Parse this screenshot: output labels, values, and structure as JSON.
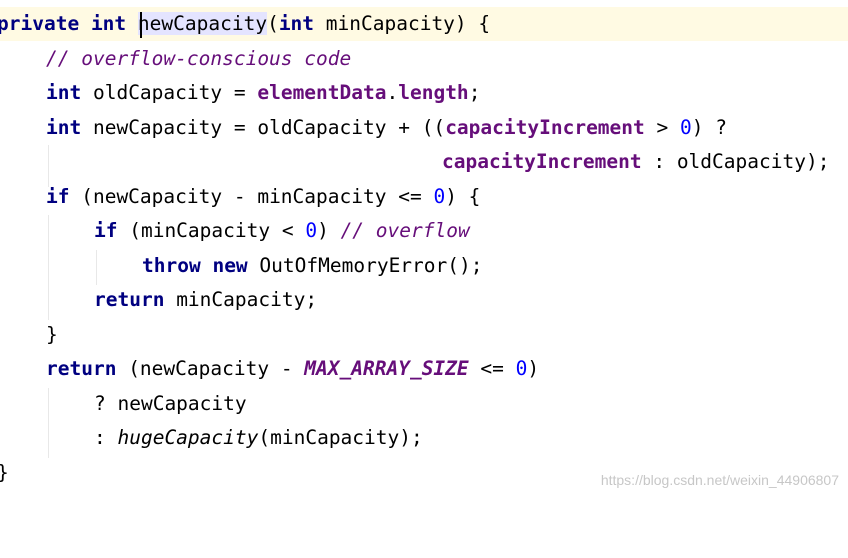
{
  "editor": {
    "lines": {
      "sig": {
        "mod": "private",
        "ret": "int",
        "name": "newCapacity",
        "open": "(",
        "ptype": "int",
        "rest": " minCapacity) {"
      },
      "c1": {
        "text": "// overflow-conscious code"
      },
      "l3": {
        "type": "int",
        "mid": " oldCapacity = ",
        "field": "elementData",
        "dot": ".",
        "len": "length",
        "end": ";"
      },
      "l4": {
        "type": "int",
        "a": " newCapacity = oldCapacity + ((",
        "field": "capacityIncrement",
        "b": " > ",
        "num": "0",
        "c": ") ?"
      },
      "l5": {
        "field": "capacityIncrement",
        "rest": " : oldCapacity);"
      },
      "l6": {
        "kw": "if",
        "a": " (newCapacity - minCapacity <= ",
        "num": "0",
        "b": ") {"
      },
      "l7": {
        "kw": "if",
        "a": " (minCapacity < ",
        "num": "0",
        "b": ") ",
        "cmt": "// overflow"
      },
      "l8": {
        "kw1": "throw",
        "sp": " ",
        "kw2": "new",
        "rest": " OutOfMemoryError();"
      },
      "l9": {
        "kw": "return",
        "rest": " minCapacity;"
      },
      "l10": {
        "text": "}"
      },
      "l11": {
        "kw": "return",
        "a": " (newCapacity - ",
        "const": "MAX_ARRAY_SIZE",
        "b": " <= ",
        "num": "0",
        "c": ")"
      },
      "l12": {
        "text": "? newCapacity"
      },
      "l13": {
        "a": ": ",
        "method": "hugeCapacity",
        "b": "(minCapacity);"
      },
      "l14": {
        "text": "}"
      }
    }
  },
  "watermark": "https://blog.csdn.net/weixin_44906807",
  "colors": {
    "keyword": "#000080",
    "field": "#660e7a",
    "number": "#0000ff",
    "comment": "#660e7a",
    "current_line": "#fffae3",
    "usage_highlight": "#e4e4ff",
    "watermark": "#c7c7c7"
  }
}
